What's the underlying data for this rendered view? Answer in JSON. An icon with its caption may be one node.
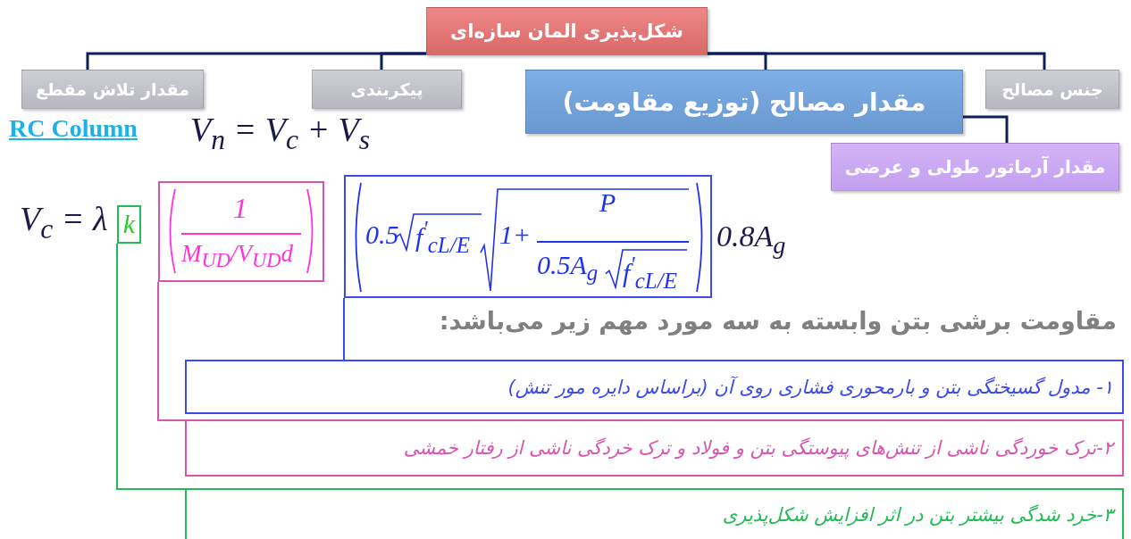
{
  "diagram": {
    "nodes": [
      {
        "text": [
          "شکل‌پذیری المان سازه‌ای"
        ]
      },
      {
        "text": [
          "جنس مصالح"
        ]
      },
      {
        "text": [
          "مقدار مصالح (توزیع مقاومت)"
        ]
      },
      {
        "text": [
          "پیکربندی"
        ]
      },
      {
        "text": [
          "مقدار تلاش مقطع"
        ]
      },
      {
        "text": [
          "مقدار آرماتور طولی و عرضی"
        ]
      },
      {
        "text": [
          "k"
        ]
      },
      {
        "text": [
          "1",
          "M$_{UD}$/V$_{UD}$d"
        ]
      },
      {
        "text": [
          "0.5",
          "f$^{'}$$_{cL/E}$",
          "1+",
          "P",
          "0.5A$_{g}$",
          "f$^{'}$$_{cL/E}$"
        ]
      },
      {
        "text": [
          "۱- مدول گسیختگی بتن و بارمحوری فشاری روی آن (براساس دایره مور تنش)"
        ]
      },
      {
        "text": [
          "۲-ترک خوردگی ناشی از تنش‌های پیوستگی بتن و فولاد و ترک خردگی ناشی از رفتار خمشی"
        ]
      },
      {
        "text": [
          "۳-خرد شدگی بیشتر بتن در اثر افزایش شکل‌پذیری"
        ]
      }
    ],
    "edges": [
      {
        "from": 0,
        "to": 1,
        "arrow": "none"
      },
      {
        "from": 0,
        "to": 2,
        "arrow": "none"
      },
      {
        "from": 0,
        "to": 3,
        "arrow": "none"
      },
      {
        "from": 0,
        "to": 4,
        "arrow": "none"
      },
      {
        "from": 2,
        "to": 5,
        "arrow": "none"
      },
      {
        "from": 6,
        "to": 11,
        "arrow": "none",
        "color": "#22bb55"
      },
      {
        "from": 7,
        "to": 10,
        "arrow": "none",
        "color": "#d855b0"
      },
      {
        "from": 8,
        "to": 9,
        "arrow": "none",
        "color": "#3a4af0"
      }
    ],
    "labels": [
      "RC Column",
      "V$_{n}$ = V$_{c}$ + V$_{s}$",
      "V$_{c}$ = λ",
      "0.8A$_{g}$",
      "مقاومت برشی بتن وابسته به سه مورد مهم زیر می‌باشد:"
    ]
  }
}
